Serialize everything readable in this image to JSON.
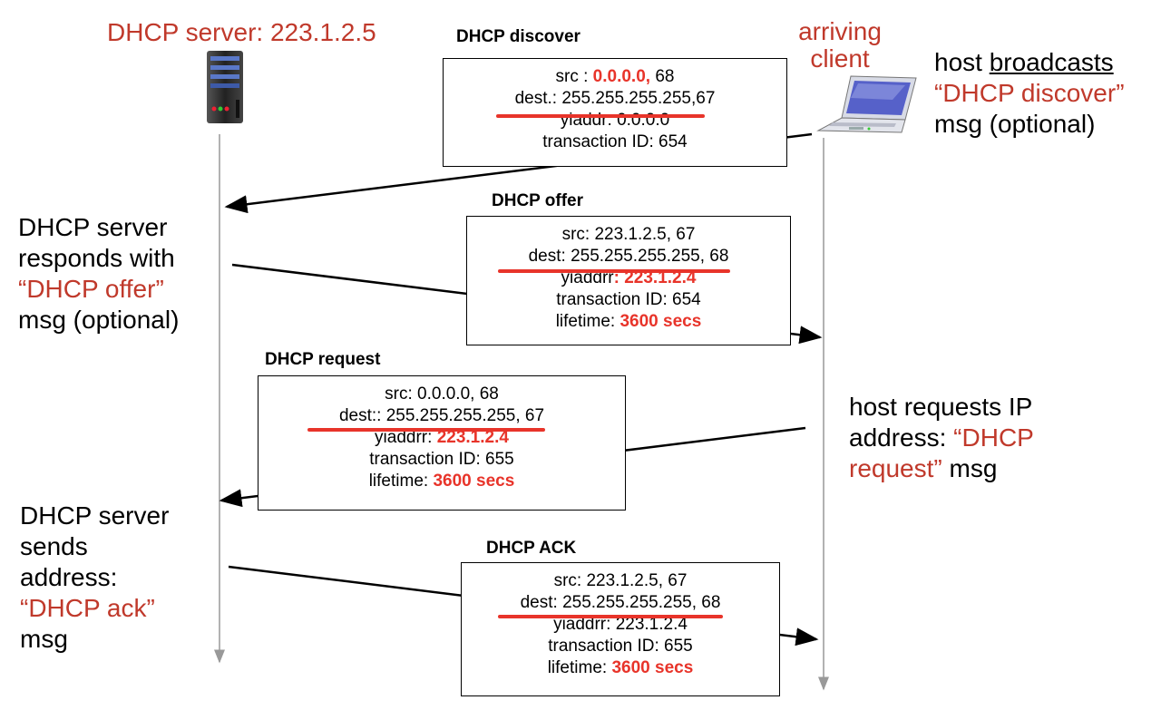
{
  "server": {
    "label": "DHCP server: 223.1.2.5"
  },
  "client": {
    "label_line1": "arriving",
    "label_line2": "client"
  },
  "colors": {
    "label_red": "#c0392b",
    "value_red": "#e8342a",
    "timeline": "#999999"
  },
  "discover": {
    "title": "DHCP discover",
    "src_label": "src : ",
    "src_value": "0.0.0.0,",
    "src_port": " 68",
    "dest": "dest.: 255.255.255.255,67",
    "yiaddr": "yiaddr:    0.0.0.0",
    "txid": "transaction ID: 654",
    "note_line1_prefix": "host ",
    "note_line1_ul": "broadcasts",
    "note_line2": "“DHCP discover”",
    "note_line3": "msg (optional)"
  },
  "offer": {
    "title": "DHCP offer",
    "src": "src: 223.1.2.5, 67",
    "dest": "dest:  255.255.255.255, 68",
    "yiaddr_label": "yiaddrr",
    "yiaddr_value": ": 223.1.2.4",
    "txid": "transaction ID: 654",
    "lifetime_label": "lifetime: ",
    "lifetime_value": "3600 secs",
    "note_line1": "DHCP server",
    "note_line2": "responds with",
    "note_line3": "“DHCP offer”",
    "note_line4": "msg (optional)"
  },
  "request": {
    "title": "DHCP request",
    "src": "src:  0.0.0.0, 68",
    "dest": "dest::  255.255.255.255, 67",
    "yiaddr_label": "yiaddrr: ",
    "yiaddr_value": "223.1.2.4",
    "txid": "transaction ID: 655",
    "lifetime_label": "lifetime: ",
    "lifetime_value": "3600 secs",
    "note_line1": "host requests IP",
    "note_line2_prefix": "address: ",
    "note_line2_red": "“DHCP",
    "note_line3_red": "request”",
    "note_line3_suffix": " msg"
  },
  "ack": {
    "title": "DHCP ACK",
    "src": "src: 223.1.2.5, 67",
    "dest": "dest:  255.255.255.255, 68",
    "yiaddr": "yiaddrr: 223.1.2.4",
    "txid": "transaction ID: 655",
    "lifetime_label": "lifetime: ",
    "lifetime_value": "3600 secs",
    "note_line1": "DHCP server",
    "note_line2": "sends",
    "note_line3": "address:",
    "note_line4": "“DHCP ack”",
    "note_line5": "msg"
  }
}
